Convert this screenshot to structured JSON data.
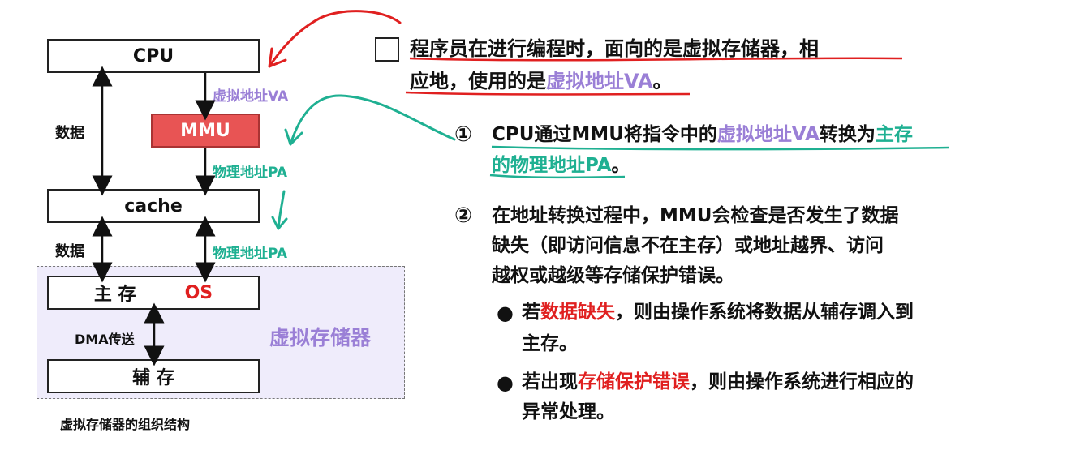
{
  "diagram": {
    "cpu": "CPU",
    "mmu": "MMU",
    "cache": "cache",
    "main_memory": "主 存",
    "os": "OS",
    "aux_memory": "辅 存",
    "data_label_1": "数据",
    "data_label_2": "数据",
    "va_label": "虚拟地址VA",
    "pa_label_1": "物理地址PA",
    "pa_label_2": "物理地址PA",
    "dma_label": "DMA传送",
    "vm_region_label": "虚拟存储器",
    "caption": "虚拟存储器的组织结构"
  },
  "text": {
    "p1_line1": "程序员在进行编程时，面向的是虚拟存储器，相",
    "p1_line2_a": "应地，使用的是",
    "p1_line2_b": "虚拟地址VA",
    "p1_line2_c": "。",
    "item1_marker": "①",
    "item1_line1_a": "CPU通过MMU将指令中的",
    "item1_line1_b": "虚拟地址VA",
    "item1_line1_c": "转换为",
    "item1_line1_d": "主存",
    "item1_line2_a": "的物理地址",
    "item1_line2_b": "PA",
    "item1_line2_c": "。",
    "item2_marker": "②",
    "item2_line1": "在地址转换过程中，MMU会检查是否发生了数据",
    "item2_line2": "缺失（即访问信息不在主存）或地址越界、访问",
    "item2_line3": "越权或越级等存储保护错误。",
    "bullet1_a": "若",
    "bullet1_b": "数据缺失",
    "bullet1_c": "，则由操作系统将数据从辅存调入到",
    "bullet1_line2": "主存。",
    "bullet2_a": "若出现",
    "bullet2_b": "存储保护错误",
    "bullet2_c": "，则由操作系统进行相应的",
    "bullet2_line2": "异常处理。"
  },
  "colors": {
    "purple": "#9a7fd6",
    "teal": "#1fb092",
    "red": "#e02020",
    "mmu_fill": "#e85454",
    "region_fill": "#efecfb"
  }
}
